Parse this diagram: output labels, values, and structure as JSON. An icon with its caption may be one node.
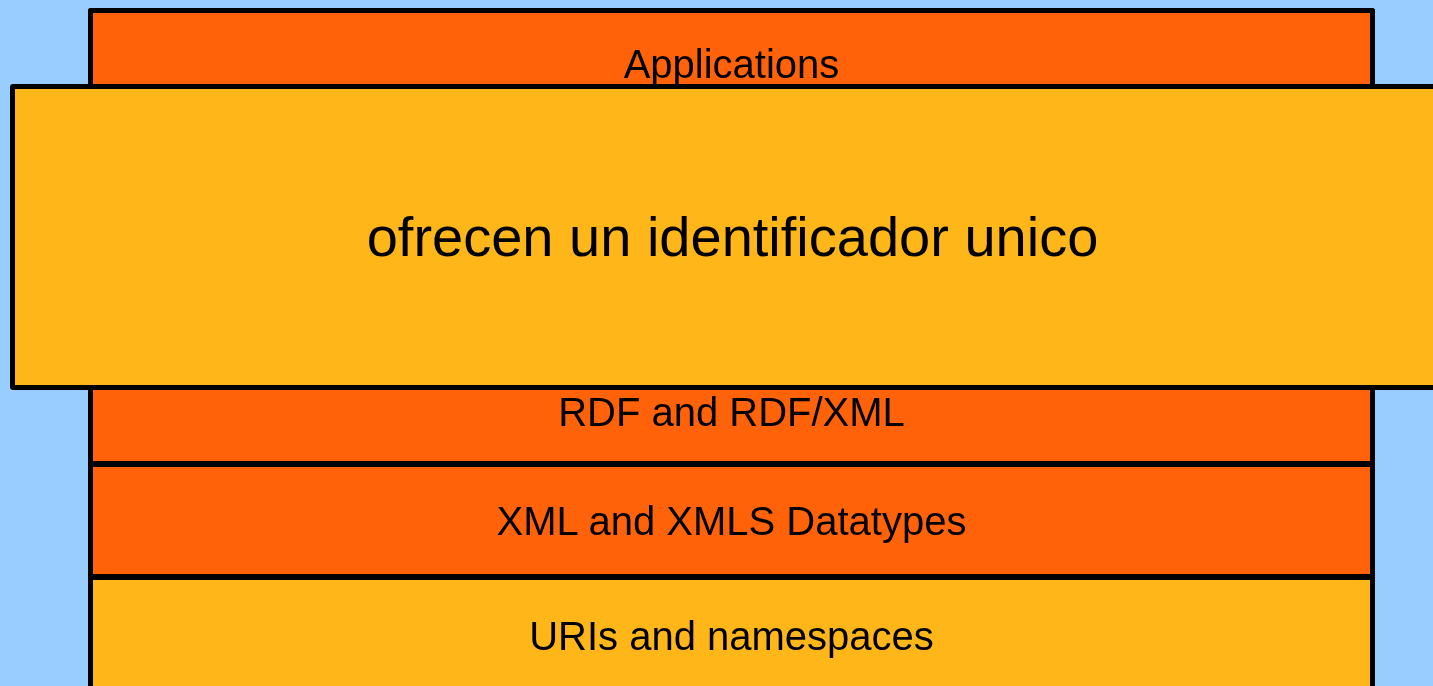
{
  "diagram": {
    "nodes": [
      {
        "text": [
          "Applications"
        ]
      },
      {
        "text": [
          "RDF and RDF/XML"
        ]
      },
      {
        "text": [
          "XML and XMLS Datatypes"
        ]
      },
      {
        "text": [
          "URIs and namespaces"
        ]
      },
      {
        "text": [
          "ofrecen un identificador unico"
        ]
      }
    ]
  }
}
